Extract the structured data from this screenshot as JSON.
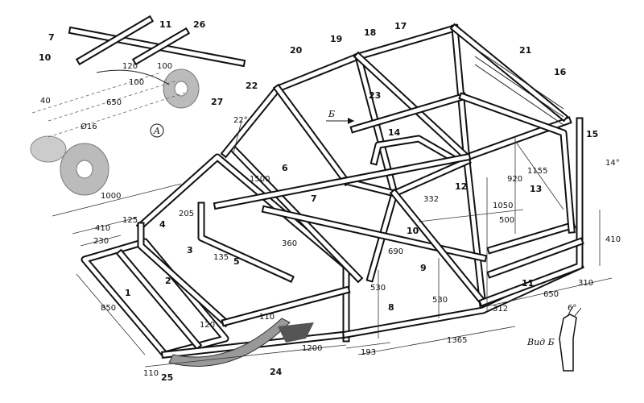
{
  "part_labels": [
    "1",
    "2",
    "3",
    "4",
    "5",
    "6",
    "7",
    "8",
    "9",
    "10",
    "11",
    "12",
    "13",
    "14",
    "15",
    "16",
    "17",
    "18",
    "19",
    "20",
    "21",
    "22",
    "23",
    "24",
    "25",
    "26",
    "27"
  ],
  "inset_labels": {
    "p7": "7",
    "p10": "10",
    "p11": "11",
    "p26": "26",
    "p27": "27",
    "view_a": "A",
    "d100a": "100",
    "d120": "120",
    "d100b": "100",
    "d650": "650",
    "d40": "40",
    "phi16": "Ø16"
  },
  "dimensions": {
    "d1000": "1000",
    "d410": "410",
    "d230": "230",
    "d125": "125",
    "d205": "205",
    "d135": "135",
    "d850": "850",
    "d120": "120",
    "d110a": "110",
    "d110b": "110",
    "d1200": "1200",
    "d193": "193",
    "d1365": "1365",
    "d530a": "530",
    "d530b": "530",
    "d690": "690",
    "d360": "360",
    "d1500": "1500",
    "d22deg": "22°",
    "d332": "332",
    "d1050": "1050",
    "d500": "500",
    "d920": "920",
    "d1155": "1155",
    "d14deg": "14°",
    "d410r": "410",
    "d650": "650",
    "d310": "310",
    "d312": "312",
    "d6deg": "6°"
  },
  "section_mark": "Б",
  "view_b_caption": "Вид Б"
}
